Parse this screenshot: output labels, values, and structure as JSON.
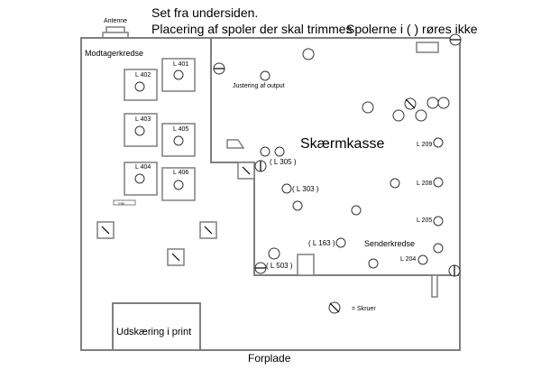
{
  "title_line1": "Set fra undersiden.",
  "title_line2": "Placering af spoler der skal trimmes",
  "title_note": "Spolerne i ( ) røres ikke",
  "antenna_label": "Antenne",
  "receiver_section": "Modtagerkredse",
  "shield_box": "Skærmkasse",
  "transmitter_section": "Senderkredse",
  "output_adjust": "Justering af output",
  "cutout_label": "Udskæring i print",
  "front_panel": "Forplade",
  "small_component_label": "x-tal",
  "legend": {
    "icon": "screw-icon",
    "label": "= Skruer"
  },
  "receiver_coils": [
    "L 402",
    "L 401",
    "L 403",
    "L 405",
    "L 404",
    "L 406"
  ],
  "transmitter_coils": [
    "L 209",
    "L 208",
    "L 205",
    "L 204"
  ],
  "fixed_coils": [
    "( L 305 )",
    "( L 303 )",
    "( L 163 )",
    "( L 503 )"
  ],
  "colors": {
    "outline": "#7f7f7f",
    "stroke": "#333333",
    "text": "#000000"
  }
}
